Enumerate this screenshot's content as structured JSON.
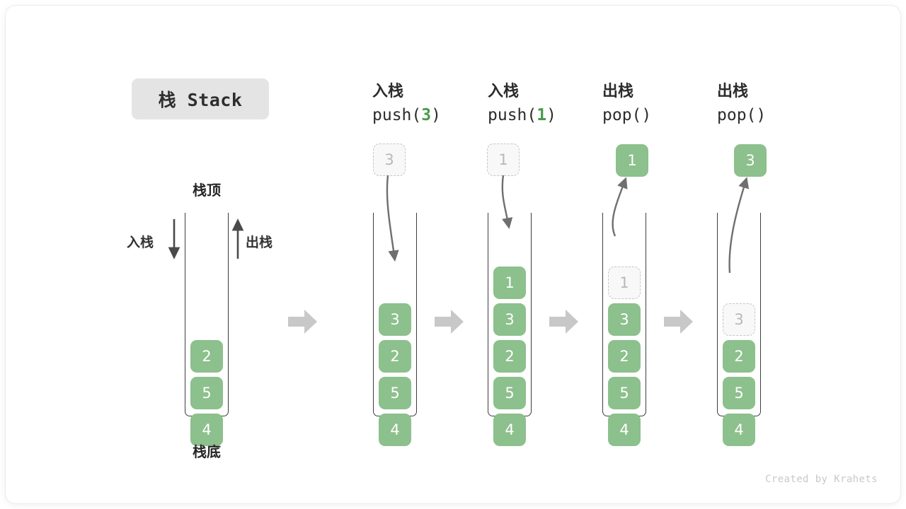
{
  "title": {
    "badge_text": "栈 Stack"
  },
  "labels": {
    "top": "栈顶",
    "bottom": "栈底",
    "push": "入栈",
    "pop": "出栈"
  },
  "credit": "Created by Krahets",
  "colors": {
    "cell_fill": "#8cc08c",
    "cell_text": "#ffffff",
    "ghost_fill": "#f8f8f8",
    "ghost_border": "#c6c6c6",
    "ghost_text": "#b8b8b8",
    "badge_bg": "#e4e4e4",
    "accent_green": "#4a9a4a",
    "arrow_gray": "#c8c8c8",
    "stroke_dark": "#3d3d3d",
    "curve_arrow": "#6f6f6f"
  },
  "stages": [
    {
      "id": "initial",
      "head_line1": "",
      "head_line2": "",
      "op": "",
      "arg": "",
      "stack": [
        "2",
        "5",
        "4"
      ],
      "ghost_top": null,
      "float_cell": null
    },
    {
      "id": "push-3",
      "head_line1": "入栈",
      "head_line2_prefix": "push(",
      "head_line2_arg": "3",
      "head_line2_suffix": ")",
      "op": "push",
      "arg": "3",
      "stack": [
        "3",
        "2",
        "5",
        "4"
      ],
      "ghost_top": null,
      "float_cell": {
        "value": "3",
        "style": "ghost"
      },
      "arrow_direction": "down"
    },
    {
      "id": "push-1",
      "head_line1": "入栈",
      "head_line2_prefix": "push(",
      "head_line2_arg": "1",
      "head_line2_suffix": ")",
      "op": "push",
      "arg": "1",
      "stack": [
        "1",
        "3",
        "2",
        "5",
        "4"
      ],
      "ghost_top": null,
      "float_cell": {
        "value": "1",
        "style": "ghost"
      },
      "arrow_direction": "down"
    },
    {
      "id": "pop-1",
      "head_line1": "出栈",
      "head_line2_prefix": "pop(",
      "head_line2_arg": "",
      "head_line2_suffix": ")",
      "op": "pop",
      "arg": "",
      "stack": [
        "3",
        "2",
        "5",
        "4"
      ],
      "ghost_top": "1",
      "float_cell": {
        "value": "1",
        "style": "filled"
      },
      "arrow_direction": "up"
    },
    {
      "id": "pop-2",
      "head_line1": "出栈",
      "head_line2_prefix": "pop(",
      "head_line2_arg": "",
      "head_line2_suffix": ")",
      "op": "pop",
      "arg": "",
      "stack": [
        "2",
        "5",
        "4"
      ],
      "ghost_top": "3",
      "float_cell": {
        "value": "3",
        "style": "filled"
      },
      "arrow_direction": "up"
    }
  ],
  "cells": {
    "s0": [
      "2",
      "5",
      "4"
    ],
    "s1": [
      "3",
      "2",
      "5",
      "4"
    ],
    "s2": [
      "1",
      "3",
      "2",
      "5",
      "4"
    ],
    "s3_ghost": "1",
    "s3": [
      "3",
      "2",
      "5",
      "4"
    ],
    "s4_ghost": "3",
    "s4": [
      "2",
      "5",
      "4"
    ],
    "float1": "3",
    "float2": "1",
    "float3": "1",
    "float4": "3"
  },
  "headers": {
    "h1_l1": "入栈",
    "h1_pre": "push(",
    "h1_arg": "3",
    "h1_suf": ")",
    "h2_l1": "入栈",
    "h2_pre": "push(",
    "h2_arg": "1",
    "h2_suf": ")",
    "h3_l1": "出栈",
    "h3_pre": "pop(",
    "h3_arg": "",
    "h3_suf": ")",
    "h4_l1": "出栈",
    "h4_pre": "pop(",
    "h4_arg": "",
    "h4_suf": ")"
  }
}
